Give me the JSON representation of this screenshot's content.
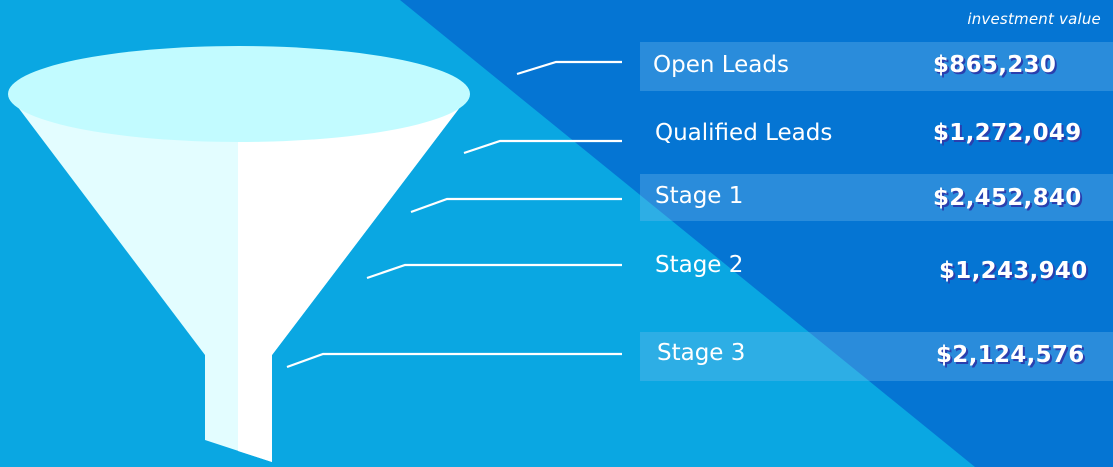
{
  "header": {
    "note": "investment value"
  },
  "colors": {
    "background_light": "#0aa7e2",
    "background_dark": "#0575d3",
    "funnel_rim": "#c2fbff",
    "funnel_body": "#e3fdff",
    "funnel_highlight": "#ffffff",
    "band": "#5fb2ea",
    "value_shadow": "#2a3fae"
  },
  "stages": [
    {
      "label": "Open Leads",
      "value": "$865,230"
    },
    {
      "label": "Qualified Leads",
      "value": "$1,272,049"
    },
    {
      "label": "Stage 1",
      "value": "$2,452,840"
    },
    {
      "label": "Stage 2",
      "value": "$1,243,940"
    },
    {
      "label": "Stage 3",
      "value": "$2,124,576"
    }
  ]
}
